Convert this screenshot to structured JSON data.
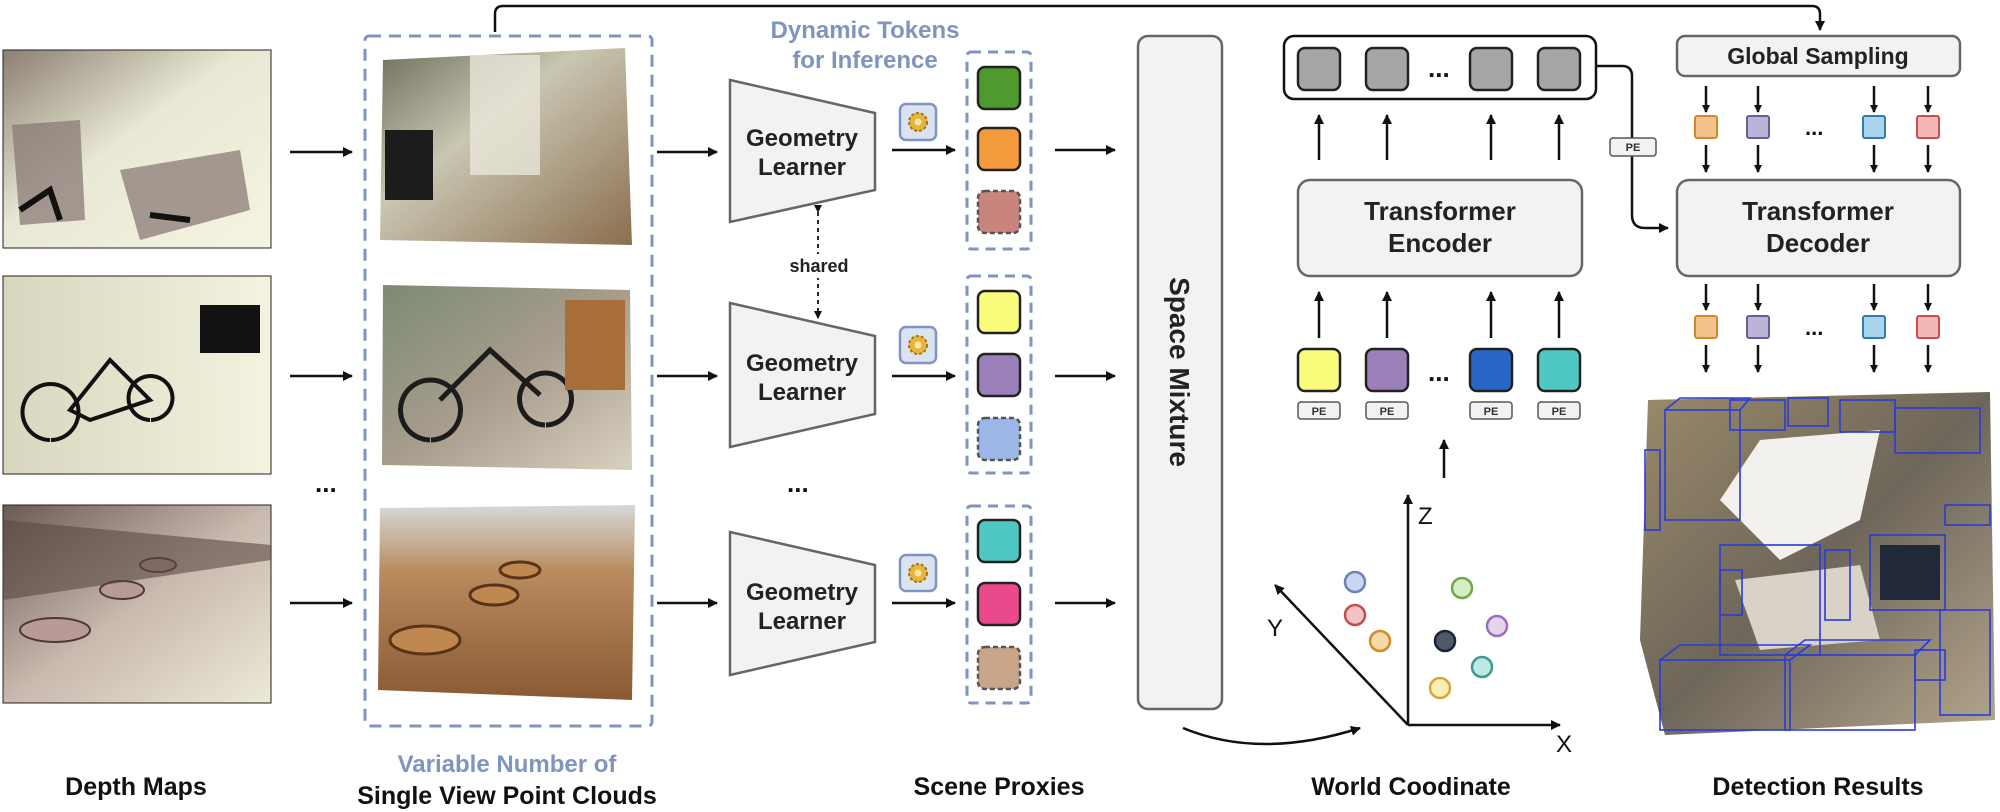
{
  "captions": {
    "depth_maps": "Depth Maps",
    "variable_number": "Variable Number of",
    "single_view": "Single View Point Clouds",
    "scene_proxies": "Scene Proxies",
    "world_coord": "World Coodinate",
    "detection": "Detection Results"
  },
  "labels": {
    "dynamic_tokens_1": "Dynamic Tokens",
    "dynamic_tokens_2": "for Inference",
    "geometry_1": "Geometry",
    "geometry_2": "Learner",
    "shared": "shared",
    "space_mixture": "Space Mixture",
    "encoder_1": "Transformer",
    "encoder_2": "Encoder",
    "decoder_1": "Transformer",
    "decoder_2": "Decoder",
    "global_sampling": "Global Sampling",
    "pe": "PE",
    "ellipsis": "...",
    "axis_x": "X",
    "axis_y": "Y",
    "axis_z": "Z"
  },
  "colors": {
    "blue_dash": "#7f95c0",
    "box_fill": "#f2f2f2",
    "box_stroke": "#666666",
    "token_gray": "#a6a6a6",
    "detect_box": "#2b3bd8",
    "proxy_row1": [
      "#4e9a2e",
      "#f39a3c",
      "#c9847e"
    ],
    "proxy_row2": [
      "#fbfb7c",
      "#9b7fb8",
      "#9db8e8"
    ],
    "proxy_row3": [
      "#4fc7c4",
      "#ea4a8c",
      "#c8a589"
    ],
    "encoder_tokens": [
      "#fbfb7c",
      "#9b7fb8",
      "#2866c8",
      "#4fc7c4"
    ],
    "sampling_tokens": [
      "#f3c28c",
      "#bcb4d8",
      "#a9d4ec",
      "#f3b7b7"
    ]
  }
}
